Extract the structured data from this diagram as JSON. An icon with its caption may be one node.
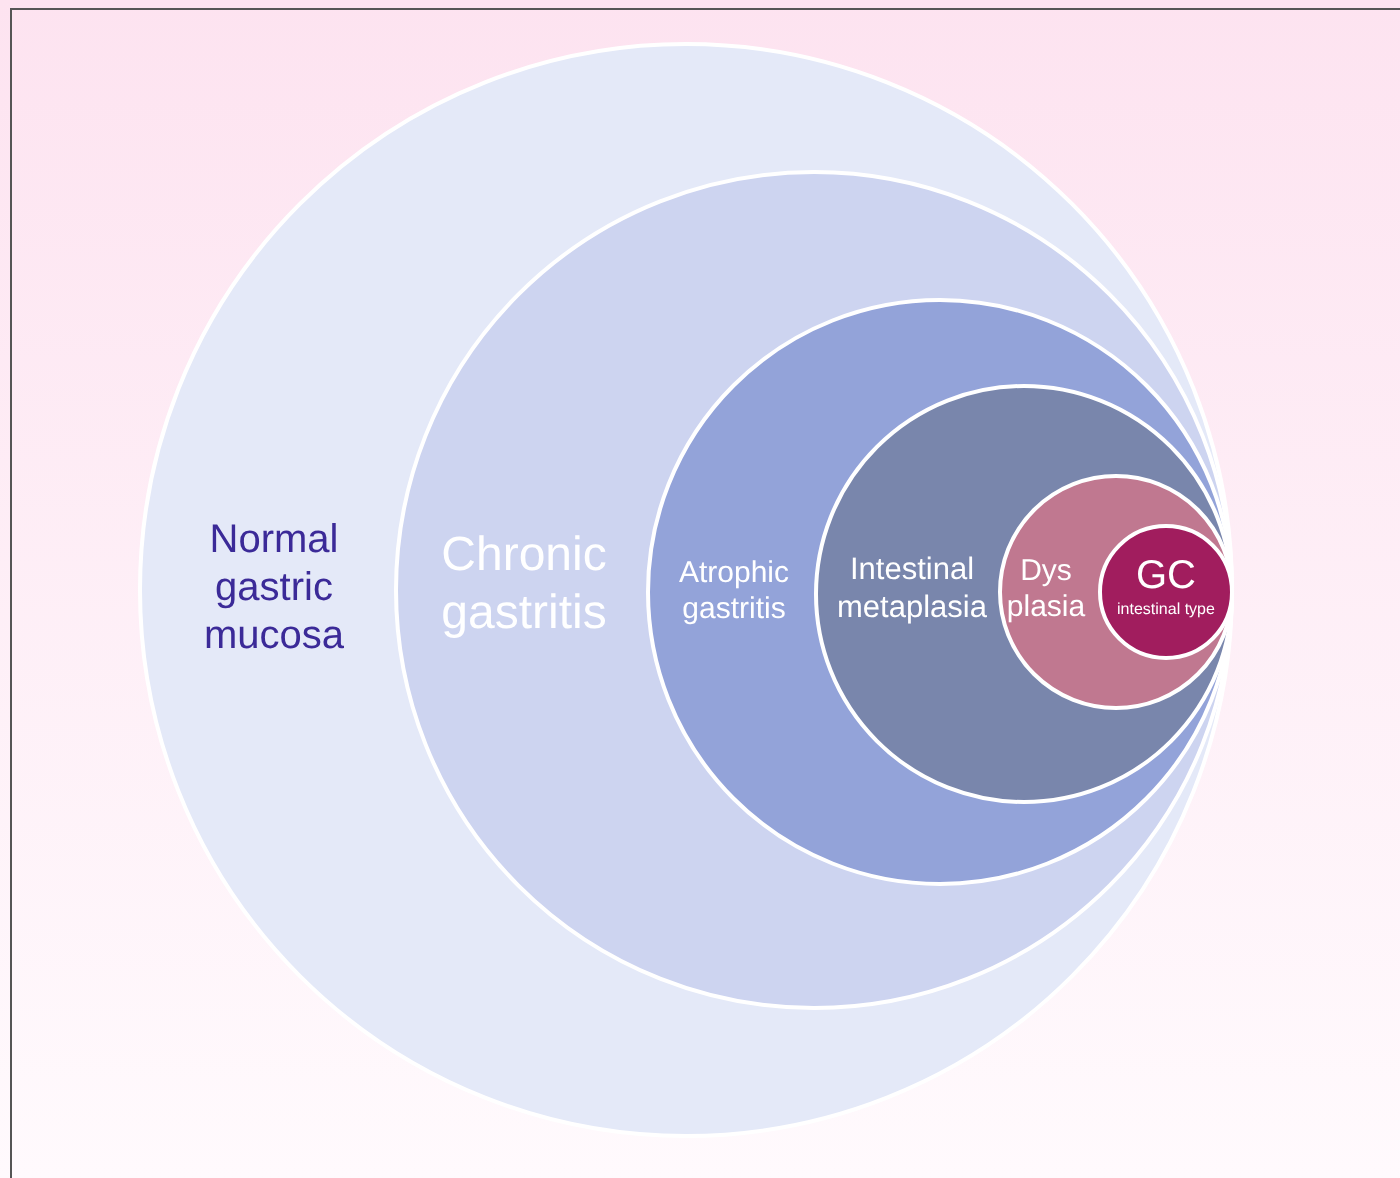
{
  "diagram": {
    "nodes": [
      {
        "text": [
          "Normal gastric mucosa"
        ]
      },
      {
        "text": [
          "Chronic gastritis"
        ],
        "in": 0
      },
      {
        "text": [
          "Atrophic gastritis"
        ],
        "in": 1
      },
      {
        "text": [
          "Intestinal metaplasia"
        ],
        "in": 2
      },
      {
        "text": [
          "Dys plasia"
        ],
        "in": 3
      },
      {
        "text": [
          "GC",
          "intestinal type"
        ],
        "in": 4
      }
    ]
  }
}
